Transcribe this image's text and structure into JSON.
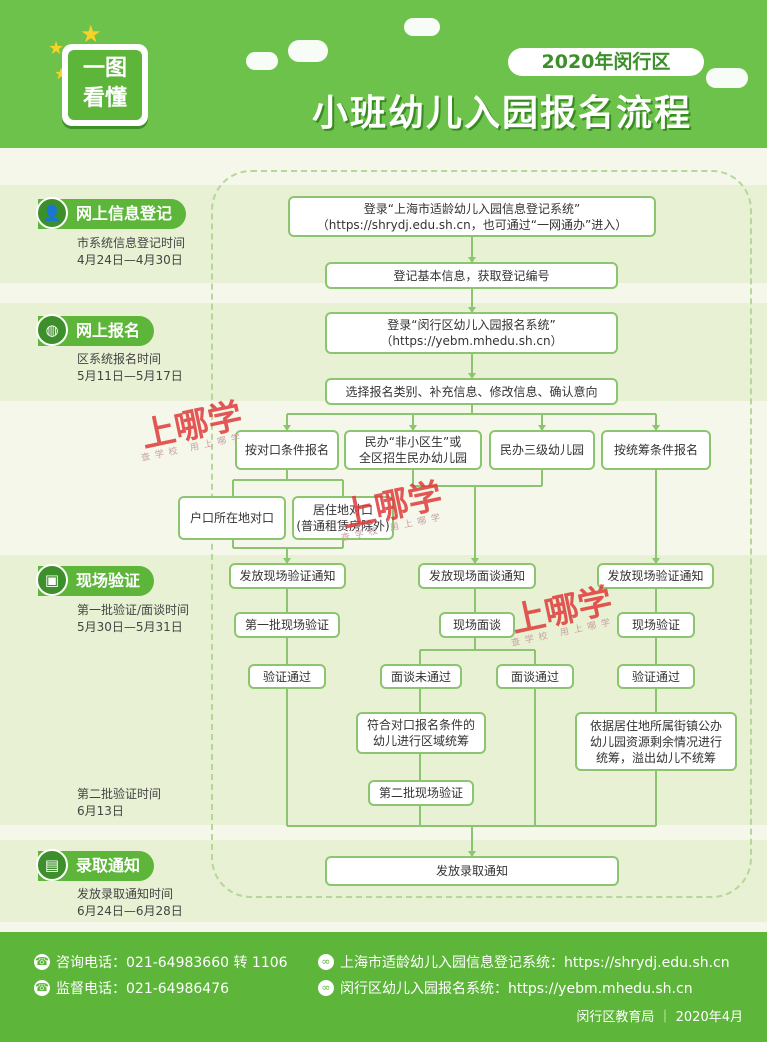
{
  "header": {
    "logo_line1": "一图",
    "logo_line2": "看懂",
    "year_tag": "2020年闵行区",
    "title": "小班幼儿入园报名流程"
  },
  "stages": [
    {
      "label": "网上信息登记",
      "icon": "user-icon",
      "info1": "市系统信息登记时间",
      "info2": "4月24日—4月30日"
    },
    {
      "label": "网上报名",
      "icon": "globe-icon",
      "info1": "区系统报名时间",
      "info2": "5月11日—5月17日"
    },
    {
      "label": "现场验证",
      "icon": "verify-icon",
      "info1": "第一批验证/面谈时间",
      "info2": "5月30日—5月31日",
      "info3": "第二批验证时间",
      "info4": "6月13日"
    },
    {
      "label": "录取通知",
      "icon": "notice-icon",
      "info1": "发放录取通知时间",
      "info2": "6月24日—6月28日"
    }
  ],
  "flow": {
    "login_city": "登录“上海市适龄幼儿入园信息登记系统”\n（https://shrydj.edu.sh.cn，也可通过“一网通办”进入）",
    "register_info": "登记基本信息，获取登记编号",
    "login_district": "登录“闵行区幼儿入园报名系统”\n（https://yebm.mhedu.sh.cn）",
    "select_category": "选择报名类别、补充信息、修改信息、确认意向",
    "cat_duikou": "按对口条件报名",
    "cat_minban_nonlocal": "民办“非小区生”或\n全区招生民办幼儿园",
    "cat_minban_level3": "民办三级幼儿园",
    "cat_tongchou": "按统筹条件报名",
    "huji_duikou": "户口所在地对口",
    "juzhu_duikou": "居住地对口\n(普通租赁房除外)",
    "notice_verify_left": "发放现场验证通知",
    "notice_interview": "发放现场面谈通知",
    "notice_verify_right": "发放现场验证通知",
    "first_verify": "第一批现场验证",
    "interview": "现场面谈",
    "verify_right": "现场验证",
    "pass_left": "验证通过",
    "interview_fail": "面谈未通过",
    "interview_pass": "面谈通过",
    "pass_right": "验证通过",
    "duikou_coordination": "符合对口报名条件的\n幼儿进行区域统筹",
    "street_coordination": "依据居住地所属街镇公办\n幼儿园资源剩余情况进行\n统筹，溢出幼儿不统筹",
    "second_verify": "第二批现场验证",
    "admission_notice": "发放录取通知"
  },
  "watermark": {
    "text": "上哪学",
    "sub": "查学校 用上哪学"
  },
  "footer": {
    "hotline": "咨询电话：021-64983660 转 1106",
    "supervision": "监督电话：021-64986476",
    "city_system": "上海市适龄幼儿入园信息登记系统：https://shrydj.edu.sh.cn",
    "district_system": "闵行区幼儿入园报名系统：https://yebm.mhedu.sh.cn",
    "credit": "闵行区教育局 ｜ 2020年4月"
  },
  "colors": {
    "primary_green": "#5db63a",
    "dark_green": "#3c8f2a",
    "watermark_red": "#e03a3a"
  }
}
